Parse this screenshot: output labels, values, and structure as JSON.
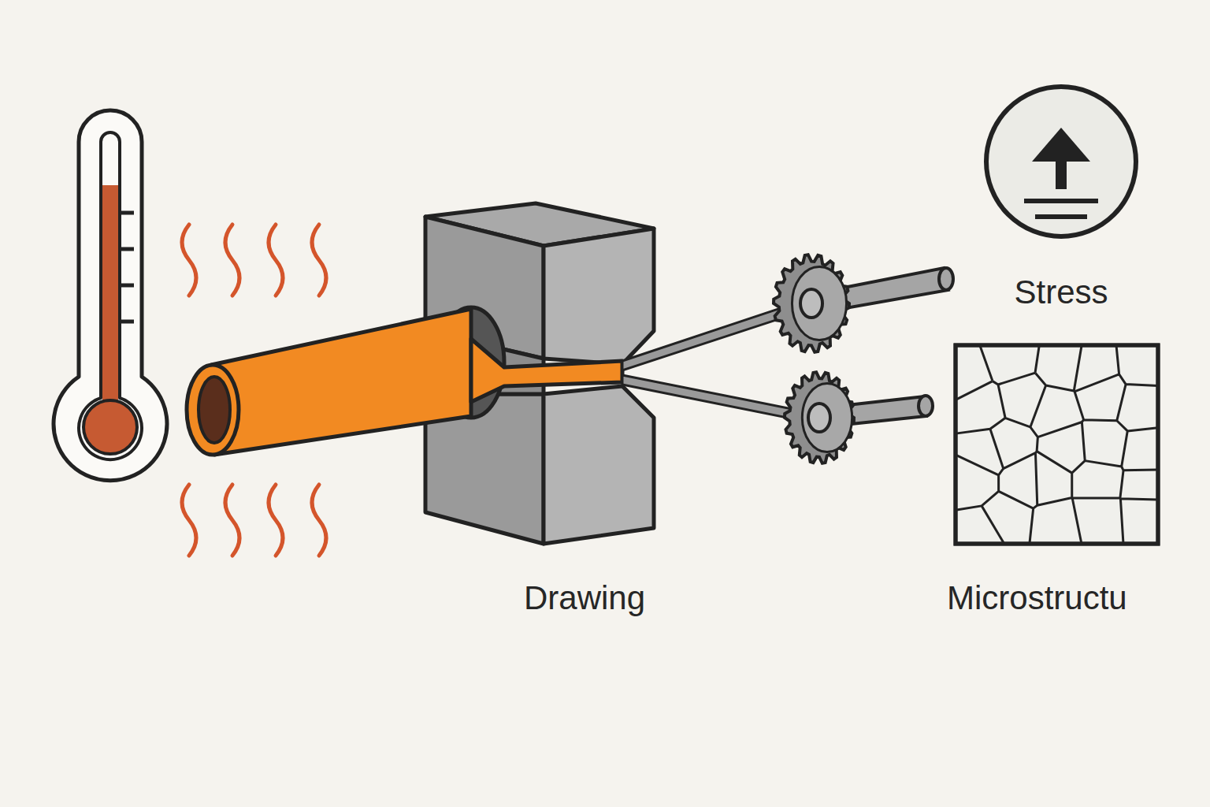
{
  "diagram": {
    "labels": [
      "Drawing",
      "Stress",
      "Microstructu"
    ]
  }
}
